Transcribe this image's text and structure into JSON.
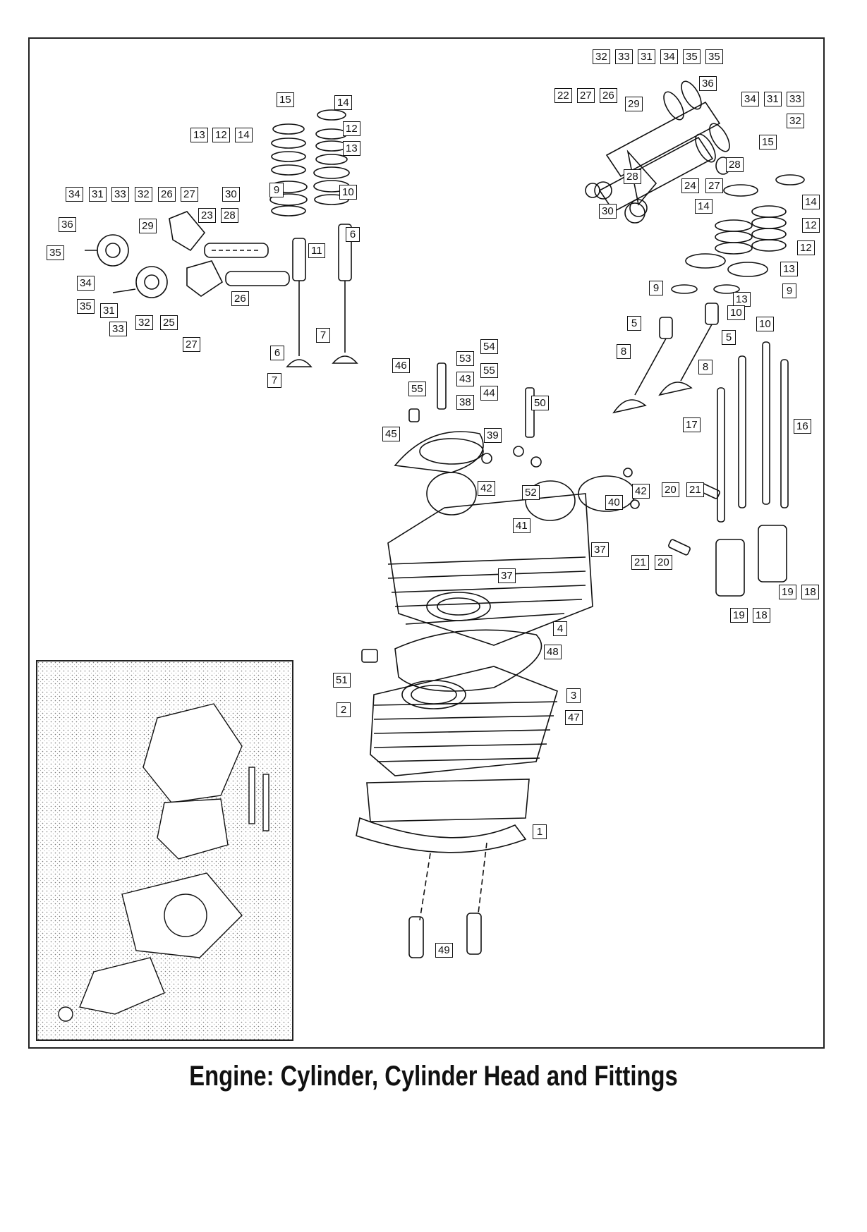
{
  "caption": "Engine: Cylinder, Cylinder Head and Fittings",
  "callouts": {
    "a15": "15",
    "a14": "14",
    "b13": "13",
    "b12": "12",
    "b14": "14",
    "c12": "12",
    "c13": "13",
    "d34": "34",
    "d31": "31",
    "d33": "33",
    "d32": "32",
    "d26": "26",
    "d27": "27",
    "d30": "30",
    "e9": "9",
    "e10": "10",
    "f36": "36",
    "f23": "23",
    "f28": "28",
    "g29": "29",
    "h35": "35",
    "h11": "11",
    "h6": "6",
    "i34": "34",
    "i35": "35",
    "i31": "31",
    "i32": "32",
    "i25": "25",
    "i26": "26",
    "i33": "33",
    "i27": "27",
    "j6": "6",
    "j7": "7",
    "k7": "7",
    "r32": "32",
    "r33": "33",
    "r31": "31",
    "r34": "34",
    "r35a": "35",
    "r35b": "35",
    "r36": "36",
    "s22": "22",
    "s27": "27",
    "s26": "26",
    "s29": "29",
    "s34": "34",
    "s31": "31",
    "s33": "33",
    "s32": "32",
    "t15": "15",
    "t28a": "28",
    "t28b": "28",
    "t24": "24",
    "t27": "27",
    "t30": "30",
    "t14a": "14",
    "t14b": "14",
    "u12a": "12",
    "u12b": "12",
    "u13a": "13",
    "u9a": "9",
    "u9b": "9",
    "u13b": "13",
    "u10a": "10",
    "u10b": "10",
    "u5a": "5",
    "u5b": "5",
    "u8a": "8",
    "u8b": "8",
    "m54": "54",
    "m53": "53",
    "m46": "46",
    "m55a": "55",
    "m55b": "55",
    "m43": "43",
    "m38": "38",
    "m44": "44",
    "m50": "50",
    "m45": "45",
    "m39": "39",
    "m17": "17",
    "m16": "16",
    "m42a": "42",
    "m52": "52",
    "m40": "40",
    "m42b": "42",
    "m20a": "20",
    "m21a": "21",
    "m41": "41",
    "m37a": "37",
    "m37b": "37",
    "m21b": "21",
    "m20b": "20",
    "m19a": "19",
    "m18a": "18",
    "m19b": "19",
    "m18b": "18",
    "m4": "4",
    "m48": "48",
    "m51": "51",
    "m3": "3",
    "m2": "2",
    "m47": "47",
    "m1": "1",
    "m49": "49"
  }
}
